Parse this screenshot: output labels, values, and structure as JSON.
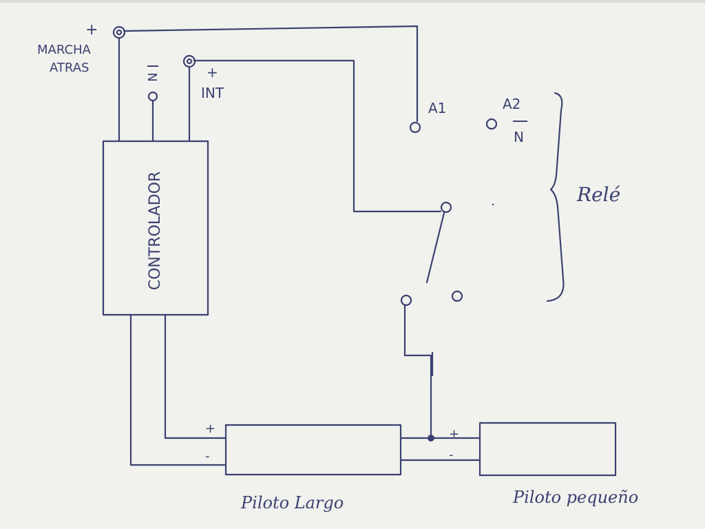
{
  "labels": {
    "marcha_plus": "+",
    "marcha_line1": "MARCHA",
    "marcha_line2": "ATRAS",
    "neutral_top": "N",
    "int_plus": "+",
    "int_label": "INT",
    "a1": "A1",
    "a2": "A2",
    "a2_n": "N",
    "rele": "Relé",
    "controlador": "CONTROLADOR",
    "plus_large": "+",
    "minus_large": "-",
    "plus_small": "+",
    "minus_small": "-",
    "piloto_largo": "Piloto Largo",
    "piloto_pequeno": "Piloto pequeño"
  },
  "colors": {
    "ink": "#3b4170",
    "paper": "#f1f1ee"
  }
}
